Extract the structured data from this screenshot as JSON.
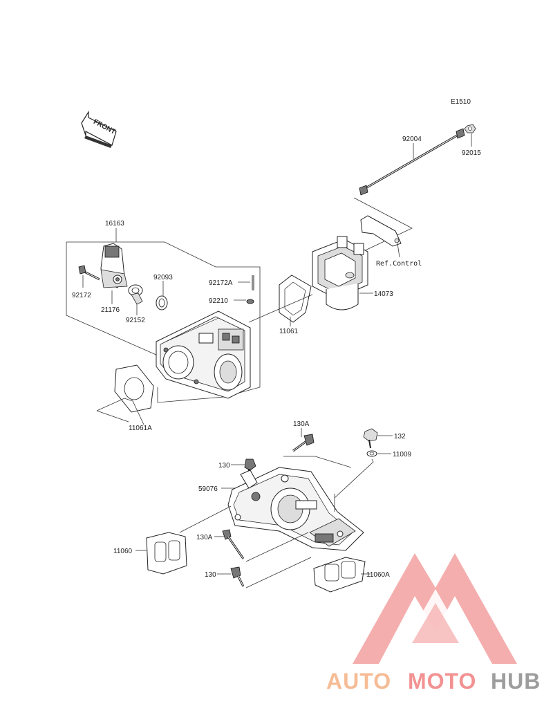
{
  "diagram_code": "E1510",
  "front_label": "FRONT",
  "ref_control_label": "Ref.Control",
  "parts": {
    "p92004": "92004",
    "p92015": "92015",
    "p16163": "16163",
    "p92172": "92172",
    "p21176": "21176",
    "p92093": "92093",
    "p92152": "92152",
    "p92172A": "92172A",
    "p92210": "92210",
    "p11061": "11061",
    "p14073": "14073",
    "p11061A": "11061A",
    "p130A_top": "130A",
    "p132": "132",
    "p11009": "11009",
    "p130_top": "130",
    "p59076": "59076",
    "p11060": "11060",
    "p130A_mid": "130A",
    "p130_bot": "130",
    "p11060A": "11060A"
  },
  "watermark": {
    "part1": "AUTO",
    "part2": "MOTO",
    "part3": "HUB",
    "color_orange": "#f5b183",
    "color_red": "#f08080",
    "color_gray": "#8c8c8c"
  }
}
